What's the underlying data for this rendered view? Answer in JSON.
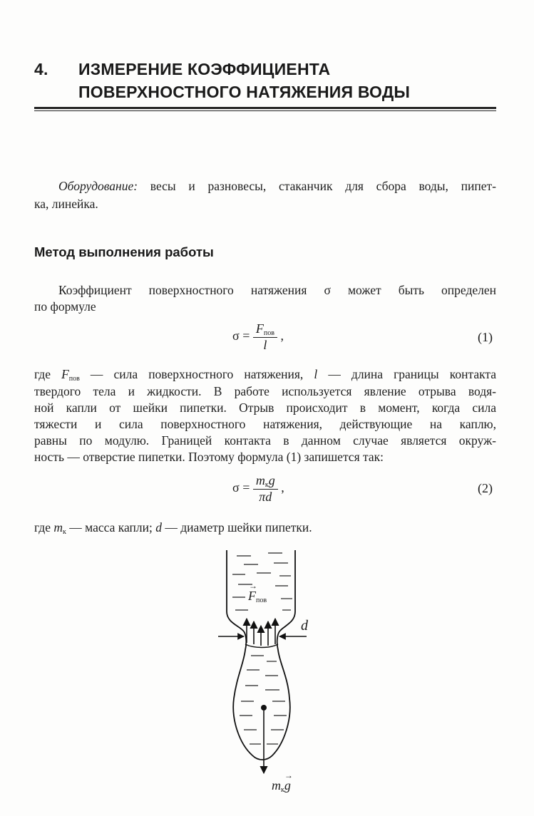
{
  "chapter": {
    "number": "4.",
    "title_line1": "ИЗМЕРЕНИЕ КОЭФФИЦИЕНТА",
    "title_line2": "ПОВЕРХНОСТНОГО НАТЯЖЕНИЯ ВОДЫ"
  },
  "equipment": {
    "label": "Оборудование:",
    "line1": " весы и разновесы, стаканчик для сбора воды, пипет-",
    "line2": "ка, линейка."
  },
  "method": {
    "heading": "Метод выполнения работы",
    "p1_line1": "Коэффициент поверхностного натяжения σ может быть определен",
    "p1_line2": "по формуле"
  },
  "formula1": {
    "lhs": "σ =",
    "num": "F",
    "num_sub": "пов",
    "den": "l",
    "tail": ",",
    "label": "(1)"
  },
  "explanation": {
    "l1_a": "где ",
    "l1_var": "F",
    "l1_sub": "пов",
    "l1_b": " — сила поверхностного натяжения, ",
    "l1_var2": "l",
    "l1_c": " — длина границы контакта",
    "l2": "твердого тела и жидкости. В работе используется явление отрыва водя-",
    "l3": "ной капли от шейки пипетки. Отрыв происходит в момент, когда сила",
    "l4": "тяжести и сила поверхностного натяжения, действующие на каплю,",
    "l5": "равны по модулю. Границей контакта в данном случае является окруж-",
    "l6": "ность — отверстие пипетки. Поэтому формула (1) запишется так:"
  },
  "formula2": {
    "lhs": "σ =",
    "num_m": "m",
    "num_sub": "к",
    "num_g": "g",
    "den": "πd",
    "tail": ",",
    "label": "(2)"
  },
  "where2": {
    "a": "где ",
    "m": "m",
    "m_sub": "к",
    "b": " — масса капли; ",
    "d": "d",
    "c": " — диаметр шейки пипетки."
  },
  "figure": {
    "force_label": "F",
    "force_sub": "пов",
    "diameter_label": "d",
    "weight_m": "m",
    "weight_sub": "к",
    "weight_g": "g"
  }
}
